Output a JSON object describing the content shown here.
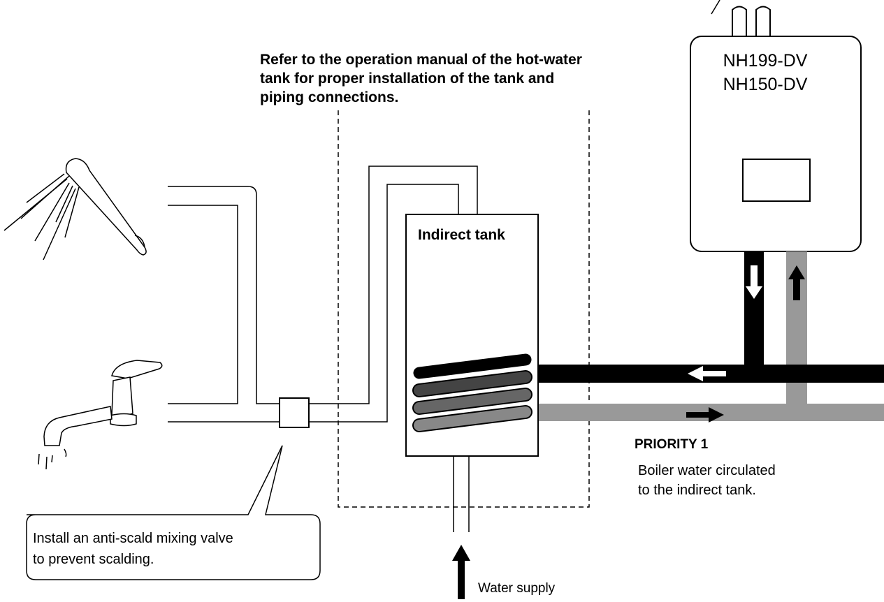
{
  "note": {
    "line1": "Refer to the operation manual of the hot-water",
    "line2": "tank for proper installation of the tank and",
    "line3": "piping connections."
  },
  "boiler": {
    "model_1": "NH199-DV",
    "model_2": "NH150-DV"
  },
  "tank": {
    "label": "Indirect tank"
  },
  "priority": {
    "title": "PRIORITY 1",
    "desc_line1": "Boiler water circulated",
    "desc_line2": "to the indirect tank."
  },
  "callout": {
    "line1": "Install an anti-scald mixing valve",
    "line2": "to prevent scalding."
  },
  "water_supply": {
    "label": "Water supply"
  },
  "colors": {
    "supply_pipe": "#000000",
    "return_pipe": "#999999",
    "coil_dark": "#444444",
    "coil_mid": "#666666",
    "coil_light": "#888888"
  }
}
